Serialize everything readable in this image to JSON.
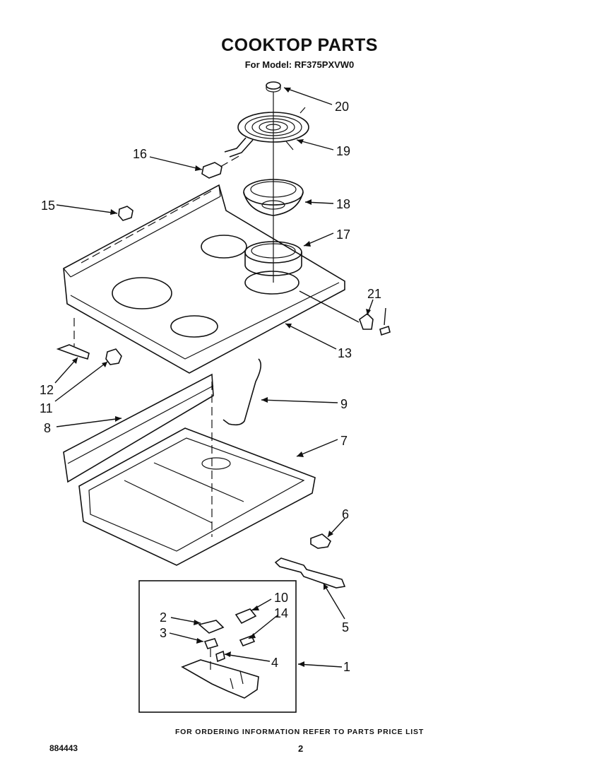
{
  "header": {
    "title": "COOKTOP PARTS",
    "model_line": "For Model: RF375PXVW0"
  },
  "callouts": [
    "20",
    "19",
    "16",
    "18",
    "15",
    "17",
    "21",
    "13",
    "12",
    "11",
    "9",
    "8",
    "7",
    "6",
    "5",
    "10",
    "2",
    "14",
    "3",
    "4",
    "1"
  ],
  "footer": {
    "ordering_note": "FOR ORDERING INFORMATION REFER TO PARTS PRICE LIST",
    "document_number": "884443",
    "page_number": "2"
  }
}
